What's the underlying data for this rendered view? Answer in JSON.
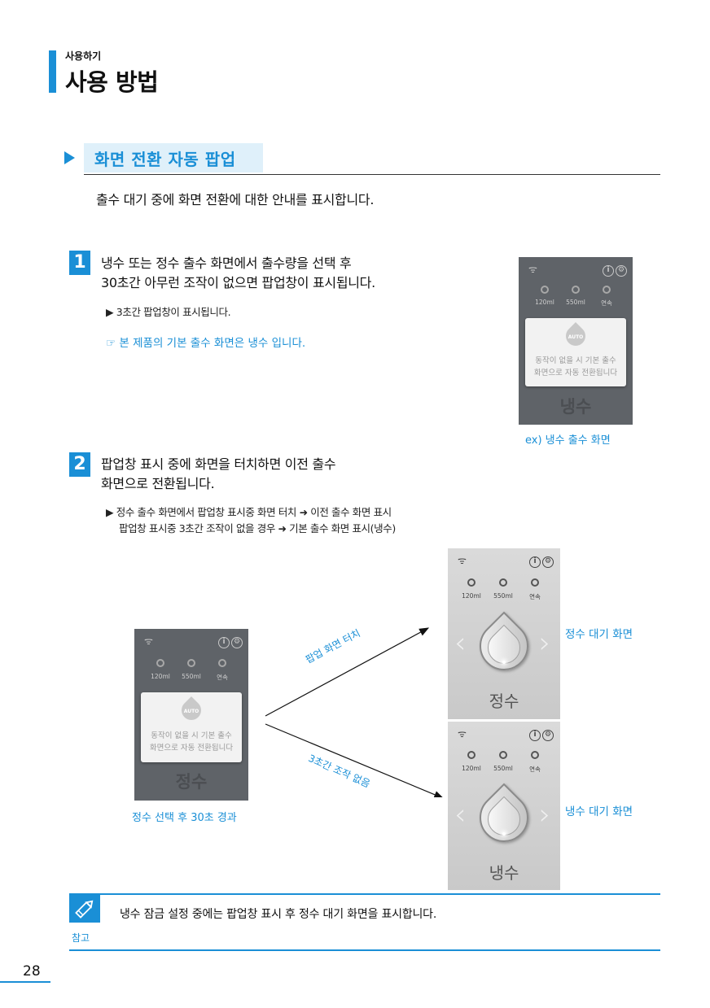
{
  "header": {
    "section": "사용하기",
    "title": "사용 방법"
  },
  "section": {
    "title": "화면 전환 자동 팝업",
    "intro": "출수 대기 중에 화면 전환에 대한 안내를 표시합니다."
  },
  "step1": {
    "number": "1",
    "line1": "냉수 또는 정수 출수 화면에서 출수량을 선택 후",
    "line2": "30초간 아무런 조작이 없으면 팝업창이 표시됩니다.",
    "bullet": "▶ 3초간 팝업창이 표시됩니다.",
    "note": "☞ 본 제품의 기본 출수 화면은 냉수 입니다."
  },
  "step2": {
    "number": "2",
    "line1": "팝업창 표시 중에 화면을 터치하면 이전 출수",
    "line2": "화면으로 전환됩니다.",
    "bullet1": "▶ 정수 출수 화면에서 팝업창 표시중 화면 터치 ➜ 이전 출수 화면 표시",
    "bullet2": "팝업창 표시중 3초간 조작이 없을 경우 ➜ 기본 출수 화면 표시(냉수)"
  },
  "screen_common": {
    "opt1": "120ml",
    "opt2": "550ml",
    "opt3": "연속",
    "info_icon": "i",
    "settings_icon": "⚙",
    "wifi_icon": "ᯤ"
  },
  "popup": {
    "badge": "AUTO",
    "line1": "동작이 없을 시 기본 출수",
    "line2": "화면으로 자동 전환됩니다"
  },
  "screen_a": {
    "mode": "냉수",
    "caption": "ex) 냉수 출수 화면"
  },
  "screen_b": {
    "mode": "정수",
    "caption": "정수 선택 후 30초 경과"
  },
  "screen_c": {
    "mode": "정수",
    "label": "정수 대기 화면"
  },
  "screen_d": {
    "mode": "냉수",
    "label": "냉수 대기 화면"
  },
  "arrows": {
    "upper": "팝업 화면 터치",
    "lower": "3초간 조작 없음"
  },
  "note": {
    "label": "참고",
    "text": "냉수 잠금 설정 중에는 팝업창 표시 후 정수 대기 화면을 표시합니다."
  },
  "page_number": "28",
  "colors": {
    "accent": "#1a8fd6",
    "dark_screen": "#5f6368",
    "light_screen": "#d2d2d2"
  }
}
